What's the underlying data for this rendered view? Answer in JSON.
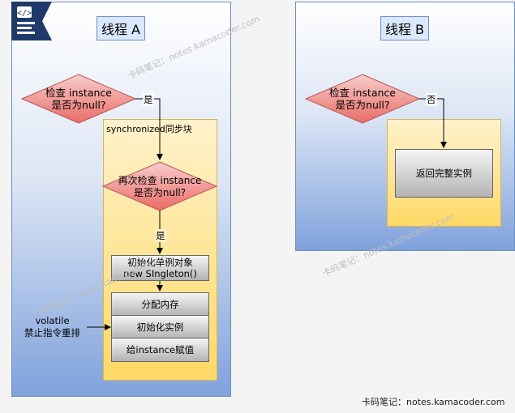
{
  "thread_a": {
    "title": "线程 A",
    "check1": {
      "line1": "检查 instance",
      "line2": "是否为null?"
    },
    "yes1": "是",
    "sync_label": "synchronized同步块",
    "check2": {
      "line1": "再次检查 instance",
      "line2": "是否为null?"
    },
    "yes2": "是",
    "init_box": {
      "line1": "初始化单例对象",
      "line2": "new SIngleton()"
    },
    "steps": [
      "分配内存",
      "初始化实例",
      "给instance赋值"
    ],
    "volatile": {
      "line1": "volatile",
      "line2": "禁止指令重排"
    }
  },
  "thread_b": {
    "title": "线程 B",
    "check": {
      "line1": "检查 instance",
      "line2": "是否为null?"
    },
    "no": "否",
    "return_box": "返回完整实例"
  },
  "watermarks": {
    "text": "卡码笔记：notes.kamacoder.com",
    "footer": "卡码笔记：notes.kamacoder.com"
  },
  "colors": {
    "thread_panel_border": "#6c8ebf",
    "diamond_fill": "#f08080",
    "diamond_border": "#b85450",
    "sync_fill": "#ffd966",
    "logo": "#1f3a68"
  },
  "icons": {
    "logo": "kamacoder-logo-icon"
  }
}
